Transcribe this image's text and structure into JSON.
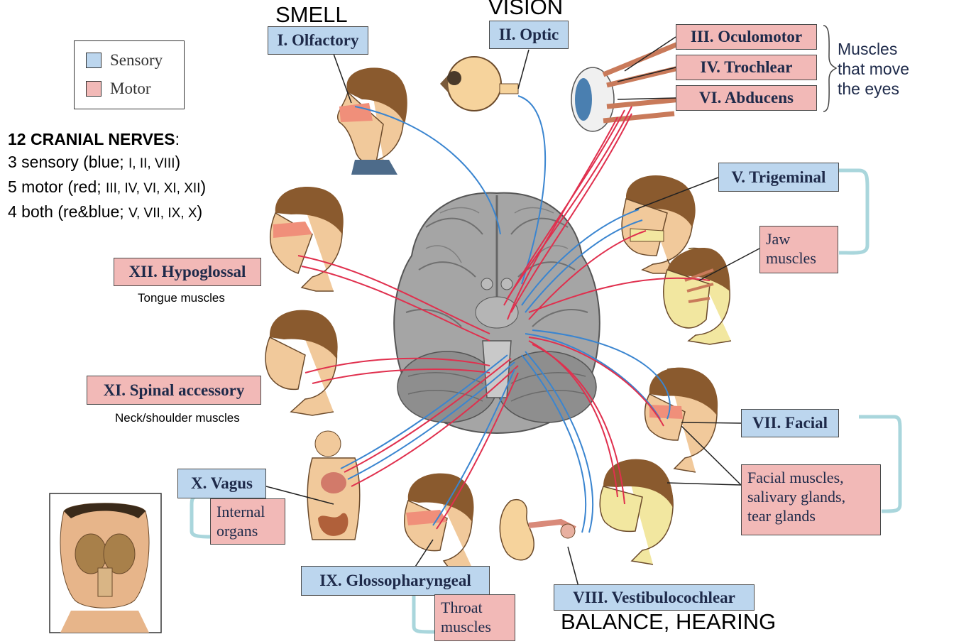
{
  "legend": {
    "sensory": "Sensory",
    "motor": "Motor",
    "sensory_color": "#bcd6ee",
    "motor_color": "#f2b9b7"
  },
  "summary": {
    "title": "12 CRANIAL NERVES",
    "title_suffix": ":",
    "line1_main": "3 sensory (blue; ",
    "line1_list": "I, II, VIII",
    "line1_end": ")",
    "line2_main": "5 motor (red; ",
    "line2_list": "III, IV, VI, XI, XII",
    "line2_end": ")",
    "line3_main": "4 both (re&blue; ",
    "line3_list": "V, VII, IX, X",
    "line3_end": ")"
  },
  "captions": {
    "smell": "SMELL",
    "vision": "VISION",
    "balance_hearing": "BALANCE, HEARING",
    "tongue": "Tongue muscles",
    "neck": "Neck/shoulder muscles"
  },
  "nerves": {
    "olfactory": "I. Olfactory",
    "optic": "II. Optic",
    "oculomotor": "III. Oculomotor",
    "trochlear": "IV. Trochlear",
    "abducens": "VI. Abducens",
    "trigeminal": "V. Trigeminal",
    "hypoglossal": "XII. Hypoglossal",
    "spinal_accessory": "XI. Spinal accessory",
    "facial": "VII. Facial",
    "vagus": "X. Vagus",
    "glossopharyngeal": "IX. Glossopharyngeal",
    "vestibulocochlear": "VIII. Vestibulocochlear"
  },
  "notes": {
    "eye_muscles": [
      "Muscles",
      "that move",
      "the eyes"
    ],
    "jaw": [
      "Jaw",
      "muscles"
    ],
    "facial": [
      "Facial muscles,",
      "salivary glands,",
      "tear glands"
    ],
    "internal": [
      "Internal",
      "organs"
    ],
    "throat": [
      "Throat",
      "muscles"
    ]
  },
  "colors": {
    "nerve_red": "#e0304e",
    "nerve_blue": "#3a85d0",
    "bracket": "#a9d6dc",
    "skin": "#f1c99b",
    "hair": "#8a5a2e",
    "brain": "#9a9a9a"
  }
}
